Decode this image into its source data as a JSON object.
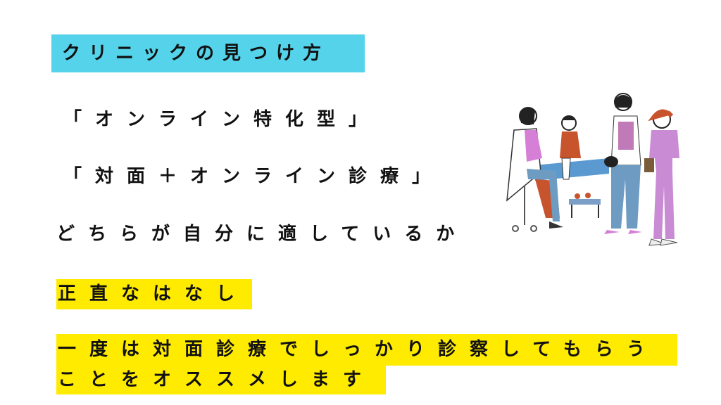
{
  "title": "クリニックの見つけ方",
  "lines": [
    "「オンライン特化型」",
    "「対面＋オンライン診療」",
    "どちらが自分に適しているか"
  ],
  "highlight_heading": "正直なはなし",
  "recommendation": [
    "一度は対面診療でしっかり診察してもらう",
    "ことをオススメします"
  ],
  "colors": {
    "title_bg": "#55d3ea",
    "highlight": "#ffeb00"
  }
}
